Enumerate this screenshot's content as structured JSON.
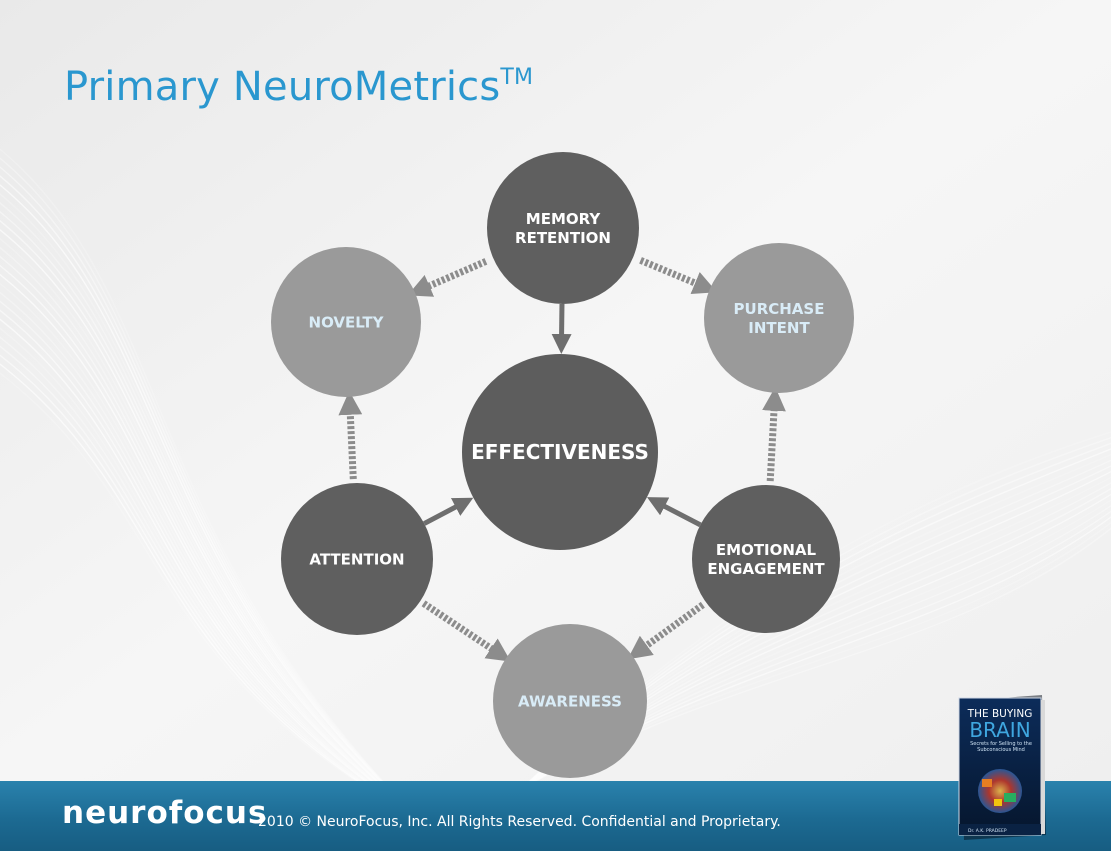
{
  "slide": {
    "title": "Primary NeuroMetrics",
    "title_sup": "TM"
  },
  "diagram": {
    "center": {
      "label": "EFFECTIVENESS",
      "fill": "#5d5d5d"
    },
    "nodes": [
      {
        "id": "memory-retention",
        "lines": [
          "MEMORY",
          "RETENTION"
        ],
        "fill": "#5f5f5f",
        "text_color": "#ffffff"
      },
      {
        "id": "purchase-intent",
        "lines": [
          "PURCHASE",
          "INTENT"
        ],
        "fill": "#9a9a9a",
        "text_color": "#d9ecf7"
      },
      {
        "id": "emotional-engagement",
        "lines": [
          "EMOTIONAL",
          "ENGAGEMENT"
        ],
        "fill": "#5f5f5f",
        "text_color": "#ffffff"
      },
      {
        "id": "awareness",
        "lines": [
          "AWARENESS"
        ],
        "fill": "#9a9a9a",
        "text_color": "#d9ecf7"
      },
      {
        "id": "attention",
        "lines": [
          "ATTENTION"
        ],
        "fill": "#5f5f5f",
        "text_color": "#ffffff"
      },
      {
        "id": "novelty",
        "lines": [
          "NOVELTY"
        ],
        "fill": "#9a9a9a",
        "text_color": "#d9ecf7"
      }
    ],
    "arrow_color": "#7a7a7a",
    "dashed_arrow_color": "#8c8c8c"
  },
  "footer": {
    "logo": "neurofocus",
    "copyright": "2010 © NeuroFocus, Inc. All Rights Reserved.  Confidential and Proprietary.",
    "bar_color": "#1e6e97"
  },
  "book": {
    "title_top": "THE BUYING",
    "title_main": "BRAIN",
    "subtitle": "Secrets for Selling to the Subconscious Mind",
    "author": "Dr. A.K. PRADEEP"
  }
}
